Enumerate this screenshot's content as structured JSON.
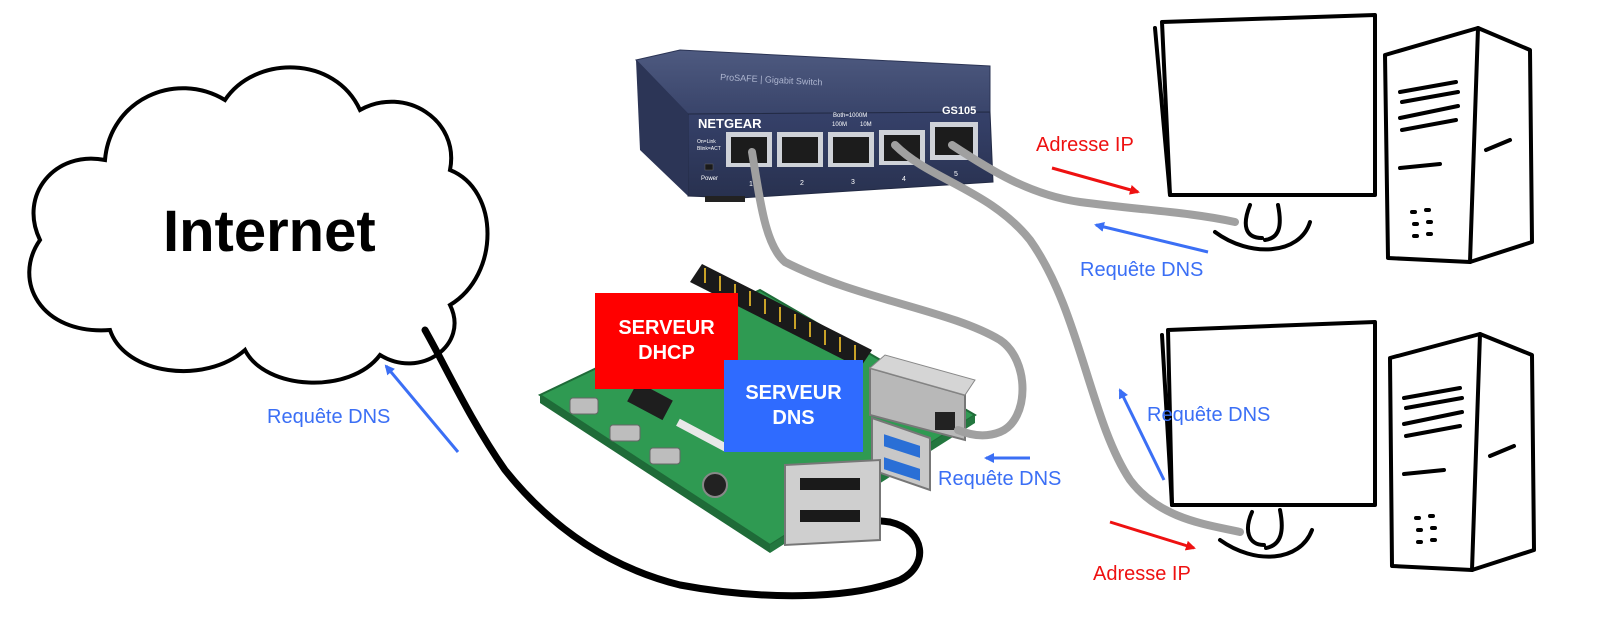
{
  "diagram": {
    "cloud_label": "Internet",
    "dhcp_box": {
      "line1": "SERVEUR",
      "line2": "DHCP",
      "color": "#ff0000"
    },
    "dns_box": {
      "line1": "SERVEUR",
      "line2": "DNS",
      "color": "#2f6bff"
    },
    "switch": {
      "brand": "NETGEAR",
      "model": "GS105",
      "tagline": "ProSAFE  |  Gigabit Switch",
      "speed_legend": [
        "Both=1000M",
        "100M",
        "10M"
      ],
      "status_legend": [
        "On=Link",
        "Blink=ACT"
      ],
      "power_label": "Power",
      "ports": [
        "1",
        "2",
        "3",
        "4",
        "5"
      ],
      "color": "#3a4668"
    },
    "labels": {
      "dns_request_internet": "Requête DNS",
      "dns_request_pi": "Requête DNS",
      "dns_request_pc1": "Requête DNS",
      "dns_request_pc2": "Requête DNS",
      "ip_address_pc1": "Adresse IP",
      "ip_address_pc2": "Adresse IP"
    },
    "colors": {
      "dns_arrow": "#3b6ff5",
      "ip_arrow": "#ee1111",
      "ethernet_cable": "#a0a0a0",
      "internet_cable": "#000000",
      "board": "#2f9a52"
    }
  }
}
